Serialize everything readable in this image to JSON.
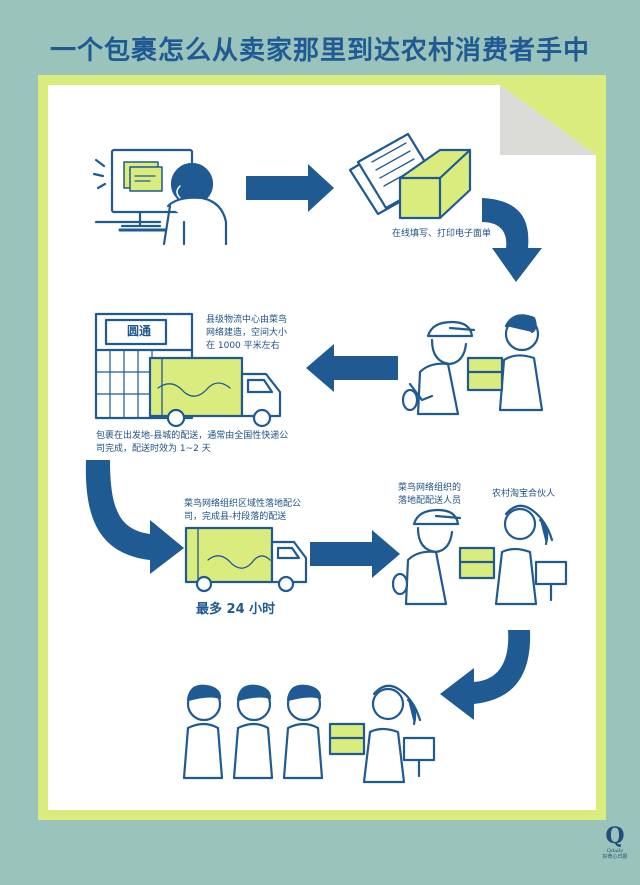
{
  "title": "一个包裹怎么从卖家那里到达农村消费者手中",
  "colors": {
    "blue": "#1f5a93",
    "lime": "#dbec7e",
    "bg": "#9ac3bb"
  },
  "labels": {
    "print_label": "在线填写、打印电子面单",
    "county_center": "县级物流中心由菜鸟\n网络建造，空间大小\n在 1000 平米左右",
    "express": "包裹在出发地-县城的配送，通常由全国性快递公\n司完成，配送时效为 1~2 天",
    "village_delivery": "菜鸟网络组织区域性落地配公\n司，完成县-村段落的配送",
    "max_time": "最多 24 小时",
    "courier": "菜鸟网络组织的\n落地配配送人员",
    "partner": "农村淘宝合伙人",
    "van_sign": "圆通"
  },
  "logo": {
    "letter": "Q",
    "sub": "Qdaily\n好奇心日报"
  }
}
